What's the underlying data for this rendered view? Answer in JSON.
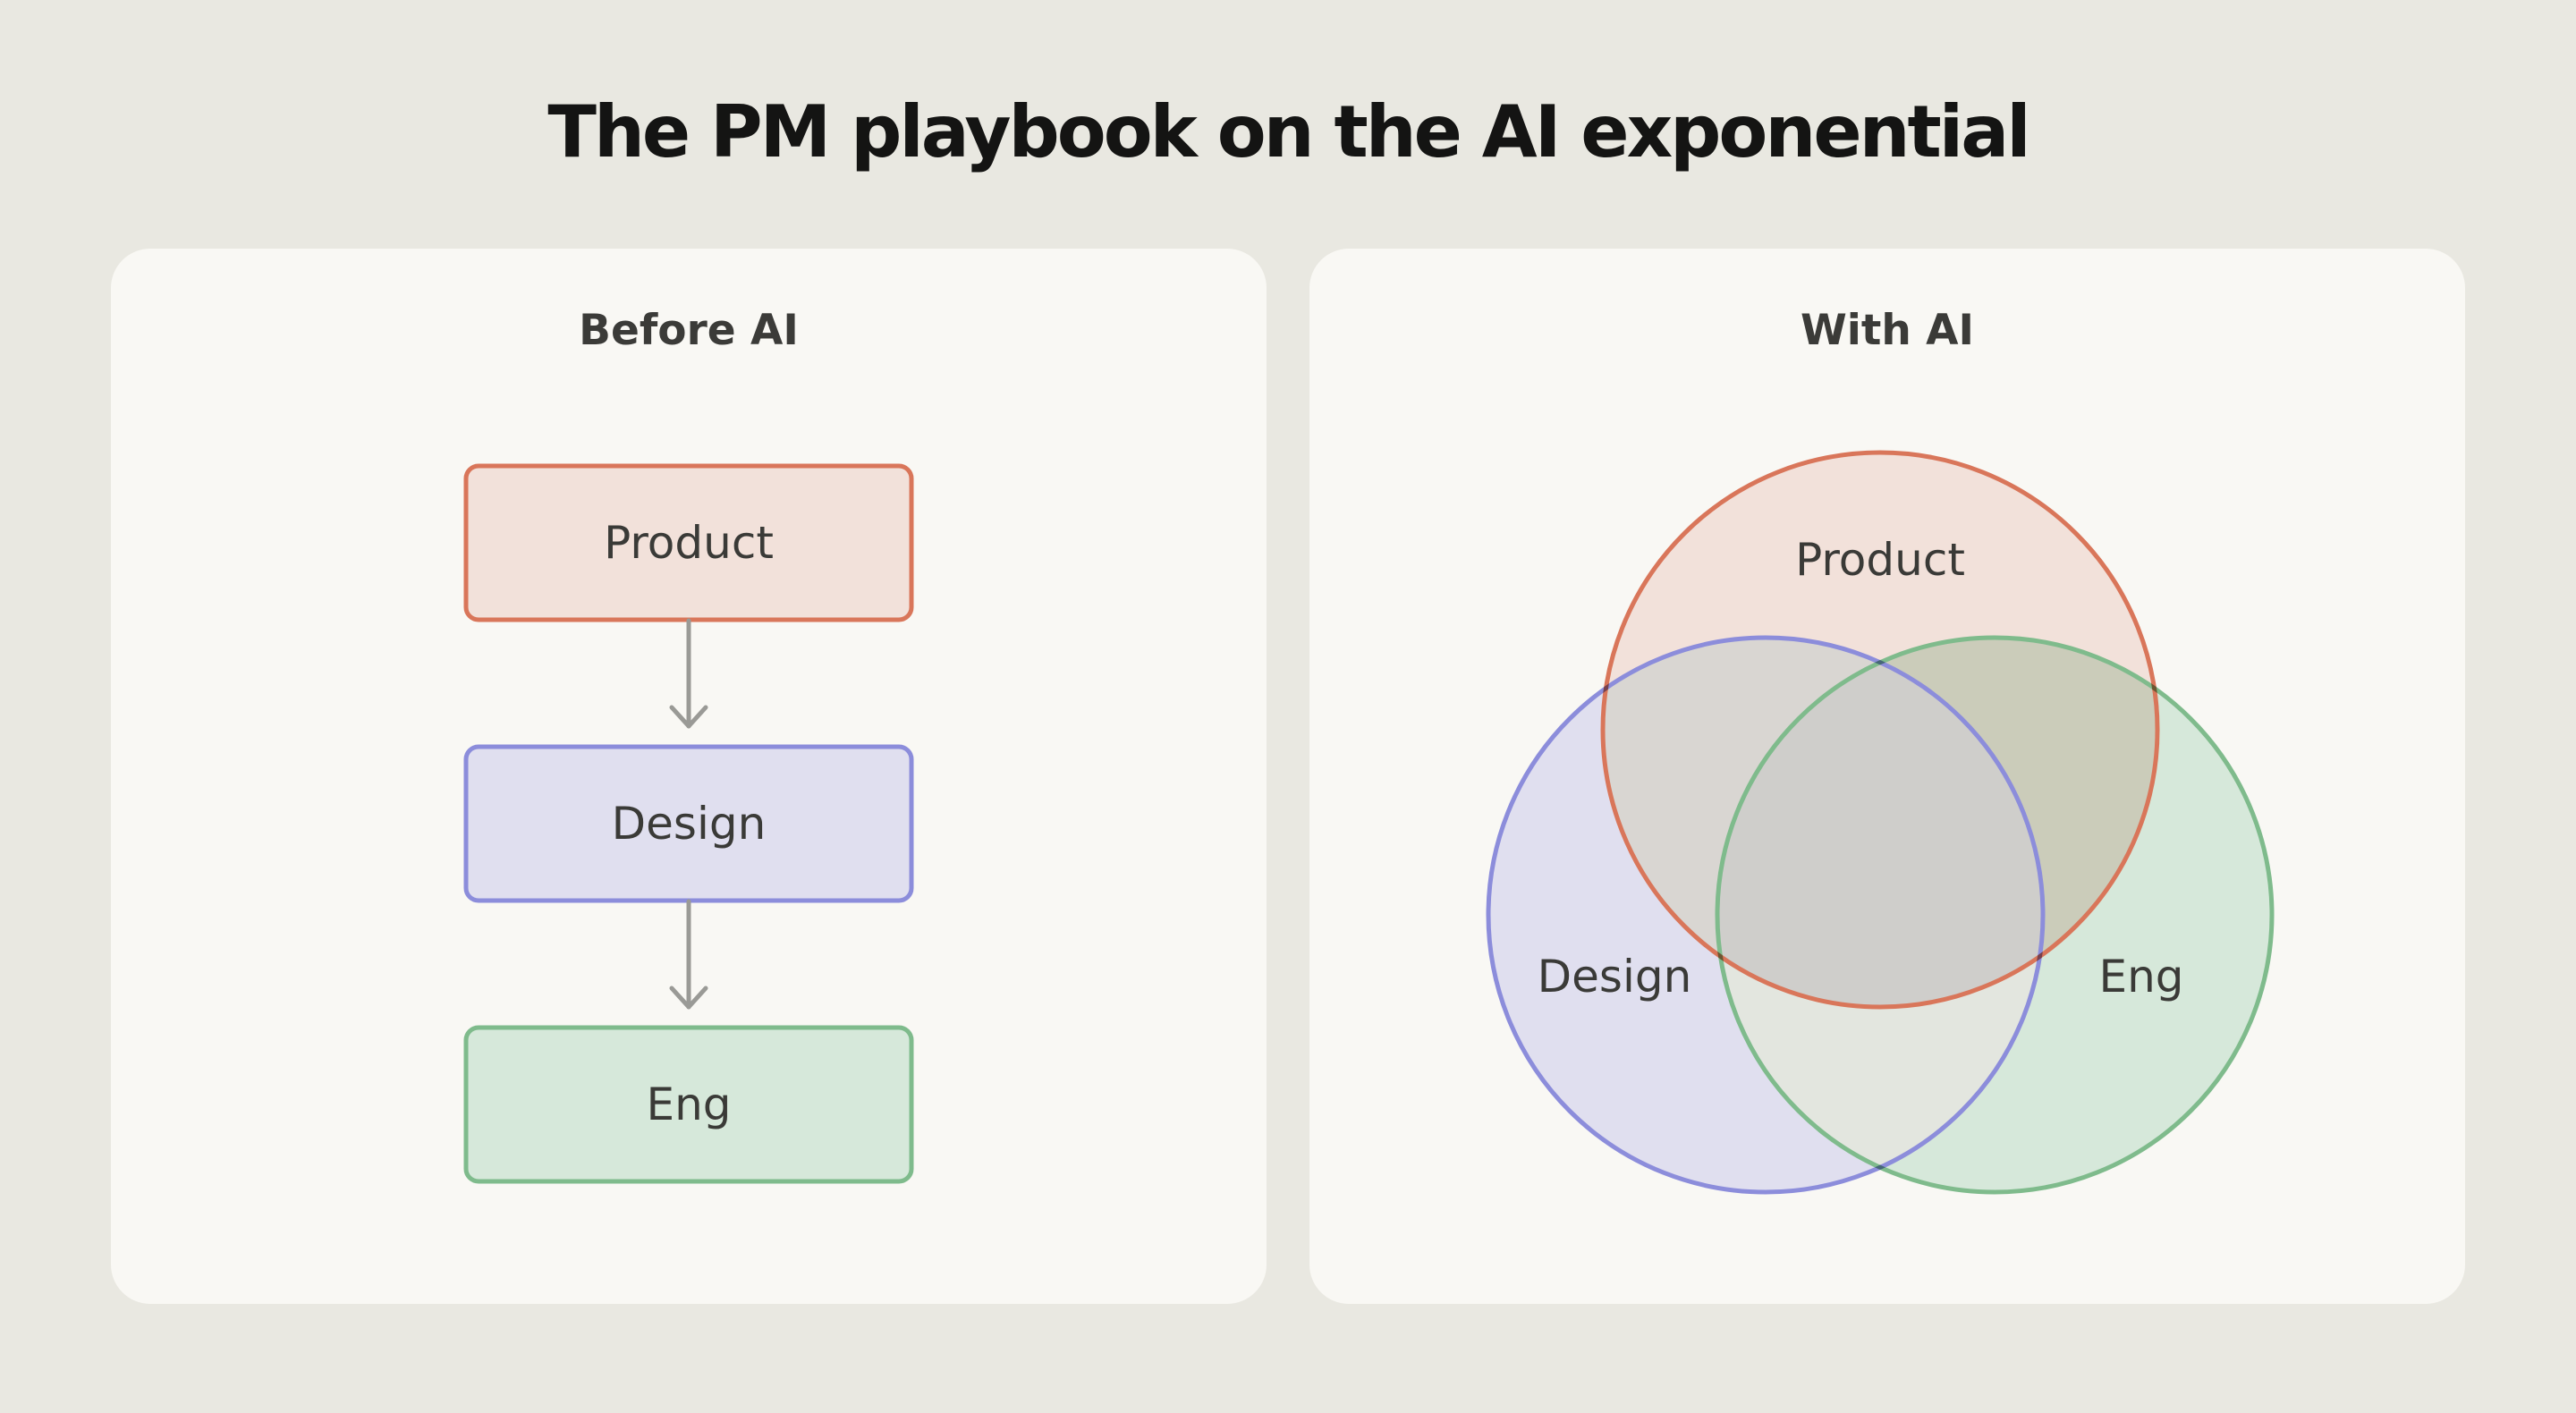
{
  "title": "The PM playbook on the AI exponential",
  "before": {
    "heading": "Before AI",
    "steps": [
      {
        "label": "Product"
      },
      {
        "label": "Design"
      },
      {
        "label": "Eng"
      }
    ]
  },
  "after": {
    "heading": "With AI",
    "sets": [
      {
        "label": "Product"
      },
      {
        "label": "Design"
      },
      {
        "label": "Eng"
      }
    ]
  },
  "colors": {
    "background": "#e9e8e1",
    "panel": "#f9f8f4",
    "product_stroke": "#d9765a",
    "product_fill": "#f2e1da",
    "design_stroke": "#8c8ddb",
    "design_fill": "#e0dfef",
    "eng_stroke": "#7fbb8c",
    "eng_fill": "#d6e8da",
    "arrow": "#9a9a96"
  }
}
